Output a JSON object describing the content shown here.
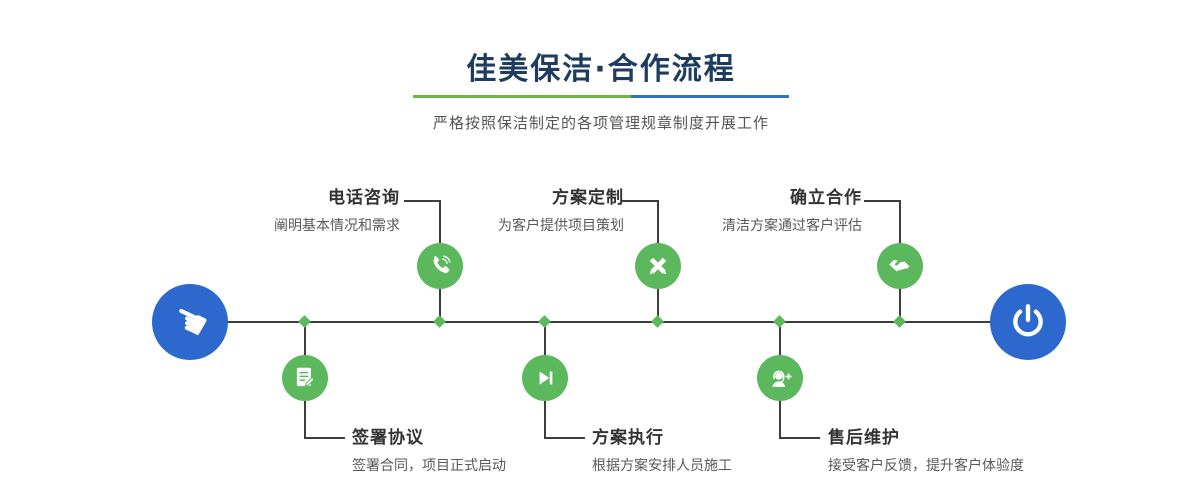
{
  "header": {
    "title": "佳美保洁·合作流程",
    "subtitle": "严格按照保洁制定的各项管理规章制度开展工作"
  },
  "steps": {
    "top": [
      {
        "title": "电话咨询",
        "desc": "阐明基本情况和需求",
        "icon": "phone-icon"
      },
      {
        "title": "方案定制",
        "desc": "为客户提供项目策划",
        "icon": "crossed-pencils-icon"
      },
      {
        "title": "确立合作",
        "desc": "清洁方案通过客户评估",
        "icon": "handshake-icon"
      }
    ],
    "bottom": [
      {
        "title": "签署协议",
        "desc": "签署合同，项目正式启动",
        "icon": "contract-icon"
      },
      {
        "title": "方案执行",
        "desc": "根据方案安排人员施工",
        "icon": "play-next-icon"
      },
      {
        "title": "售后维护",
        "desc": "接受客户反馈，提升客户体验度",
        "icon": "headset-icon"
      }
    ]
  },
  "endpoints": {
    "start_icon": "pointing-hand-icon",
    "end_icon": "power-icon"
  },
  "colors": {
    "step_green": "#5cb85c",
    "endpoint_blue": "#2d68cf",
    "title_navy": "#1e3c5f",
    "underline_green": "#6fb54b",
    "underline_blue": "#3374bc",
    "line_dark": "#3d3d3d"
  }
}
